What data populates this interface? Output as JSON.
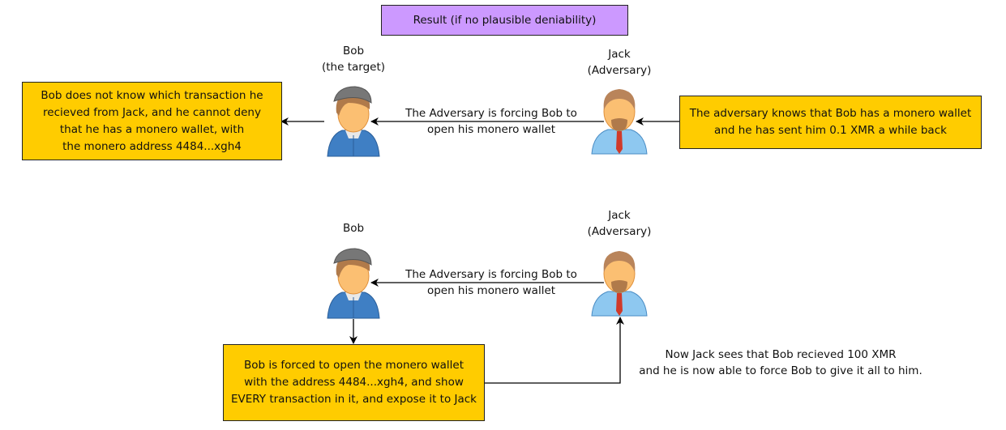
{
  "title": "Result (if no plausible deniability)",
  "top": {
    "bob_label": [
      "Bob",
      "(the target)"
    ],
    "jack_label": [
      "Jack",
      "(Adversary)"
    ],
    "arrow_text": [
      "The Adversary is forcing Bob to",
      "open his monero wallet"
    ],
    "left_box": [
      "Bob does not know which transaction he",
      "recieved from Jack, and he cannot deny",
      "that he has a monero wallet, with",
      "the monero address 4484...xgh4"
    ],
    "right_box": [
      "The adversary knows that Bob has a monero wallet",
      "and he has sent him 0.1 XMR a while back"
    ]
  },
  "bottom": {
    "bob_label": [
      "Bob"
    ],
    "jack_label": [
      "Jack",
      "(Adversary)"
    ],
    "arrow_text": [
      "The Adversary is forcing Bob to",
      "open his monero wallet"
    ],
    "box": [
      "Bob is forced to open the monero wallet",
      "with the address 4484...xgh4, and show",
      "EVERY transaction in it, and expose it to Jack"
    ],
    "note": [
      "Now Jack sees that Bob recieved 100 XMR",
      "and he is now able to force Bob to give it all to him."
    ]
  },
  "colors": {
    "yellow": "#ffcc00",
    "purple": "#cc99ff"
  }
}
